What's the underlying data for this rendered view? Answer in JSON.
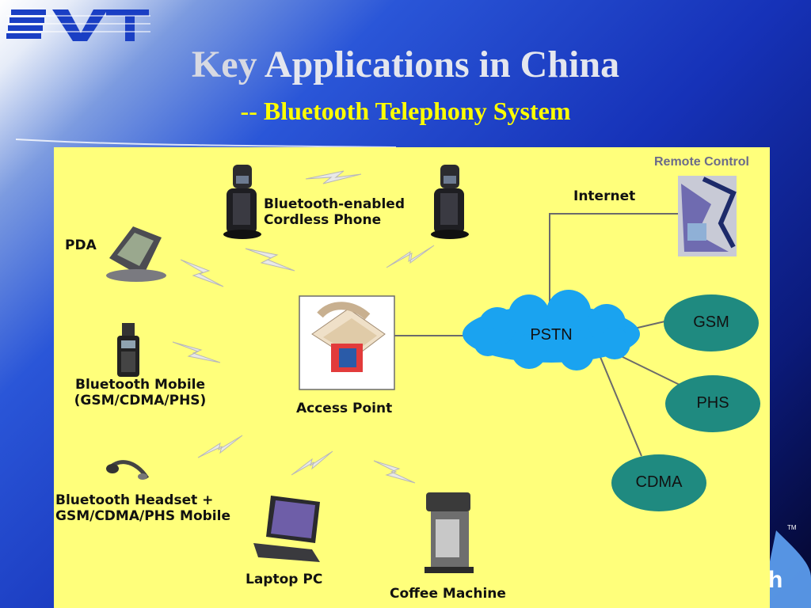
{
  "slide": {
    "title_key": "Key",
    "title_rest": " Applications in China",
    "subtitle": "-- Bluetooth Telephony System"
  },
  "logo": {
    "text": "IVT",
    "color": "#1a3fc4"
  },
  "diagram": {
    "devices": {
      "cordless_phone": "Bluetooth-enabled\nCordless Phone",
      "pda": "PDA",
      "mobile": "Bluetooth Mobile\n(GSM/CDMA/PHS)",
      "access_point": "Access Point",
      "headset": "Bluetooth Headset +\nGSM/CDMA/PHS Mobile",
      "laptop": "Laptop PC",
      "coffee": "Coffee Machine"
    },
    "network": {
      "internet": "Internet",
      "remote_control": "Remote Control",
      "pstn": "PSTN",
      "gsm": "GSM",
      "phs": "PHS",
      "cdma": "CDMA"
    },
    "colors": {
      "background": "#ffff7b",
      "cloud": "#1aa3f0",
      "network_node": "#1f8a80",
      "link": "#6b6b6b"
    }
  },
  "corner_fragment": {
    "text": "h",
    "trademark": "TM"
  }
}
